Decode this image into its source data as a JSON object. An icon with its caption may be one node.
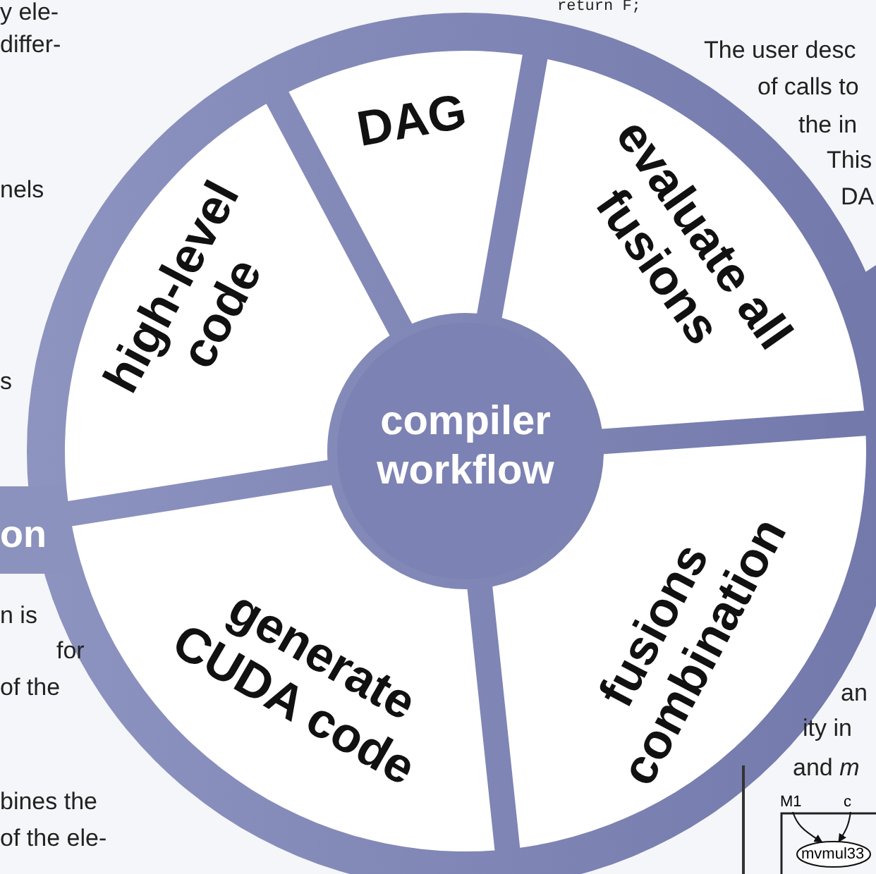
{
  "diagram": {
    "nodes": [
      {
        "text": [
          "compiler workflow"
        ]
      },
      {
        "text": [
          "high-level code"
        ]
      },
      {
        "text": [
          "DAG"
        ]
      },
      {
        "text": [
          "evaluate all fusions"
        ]
      },
      {
        "text": [
          "fusions combination"
        ]
      },
      {
        "text": [
          "generate CUDA code"
        ]
      },
      {
        "text": [
          "M1"
        ]
      },
      {
        "text": [
          "c"
        ]
      },
      {
        "text": [
          "mvmul33"
        ]
      }
    ],
    "edges": [
      {
        "from": 6,
        "to": 8,
        "arrow": "to"
      },
      {
        "from": 7,
        "to": 8,
        "arrow": "to"
      }
    ],
    "labels": [
      "y ele-",
      "differ-",
      "nels",
      "s",
      "on",
      "n is",
      "for",
      "of the",
      "bines the",
      "of the ele-",
      "return F;",
      "The user desc",
      "of calls to",
      "the in",
      "This",
      "DA",
      "an",
      "ity in",
      "and *m*"
    ]
  }
}
